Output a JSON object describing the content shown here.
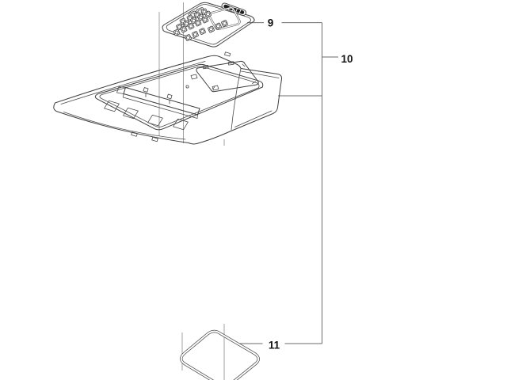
{
  "diagram": {
    "background_color": "#ffffff",
    "part_line_color": "#3f3f3f",
    "leader_line_color": "#6b6b6b",
    "label_color": "#111111",
    "callouts": [
      {
        "number": "9",
        "part": "keypad-overlay"
      },
      {
        "number": "10",
        "part": "top-cover-housing"
      },
      {
        "number": "11",
        "part": "gasket-seal"
      }
    ]
  }
}
